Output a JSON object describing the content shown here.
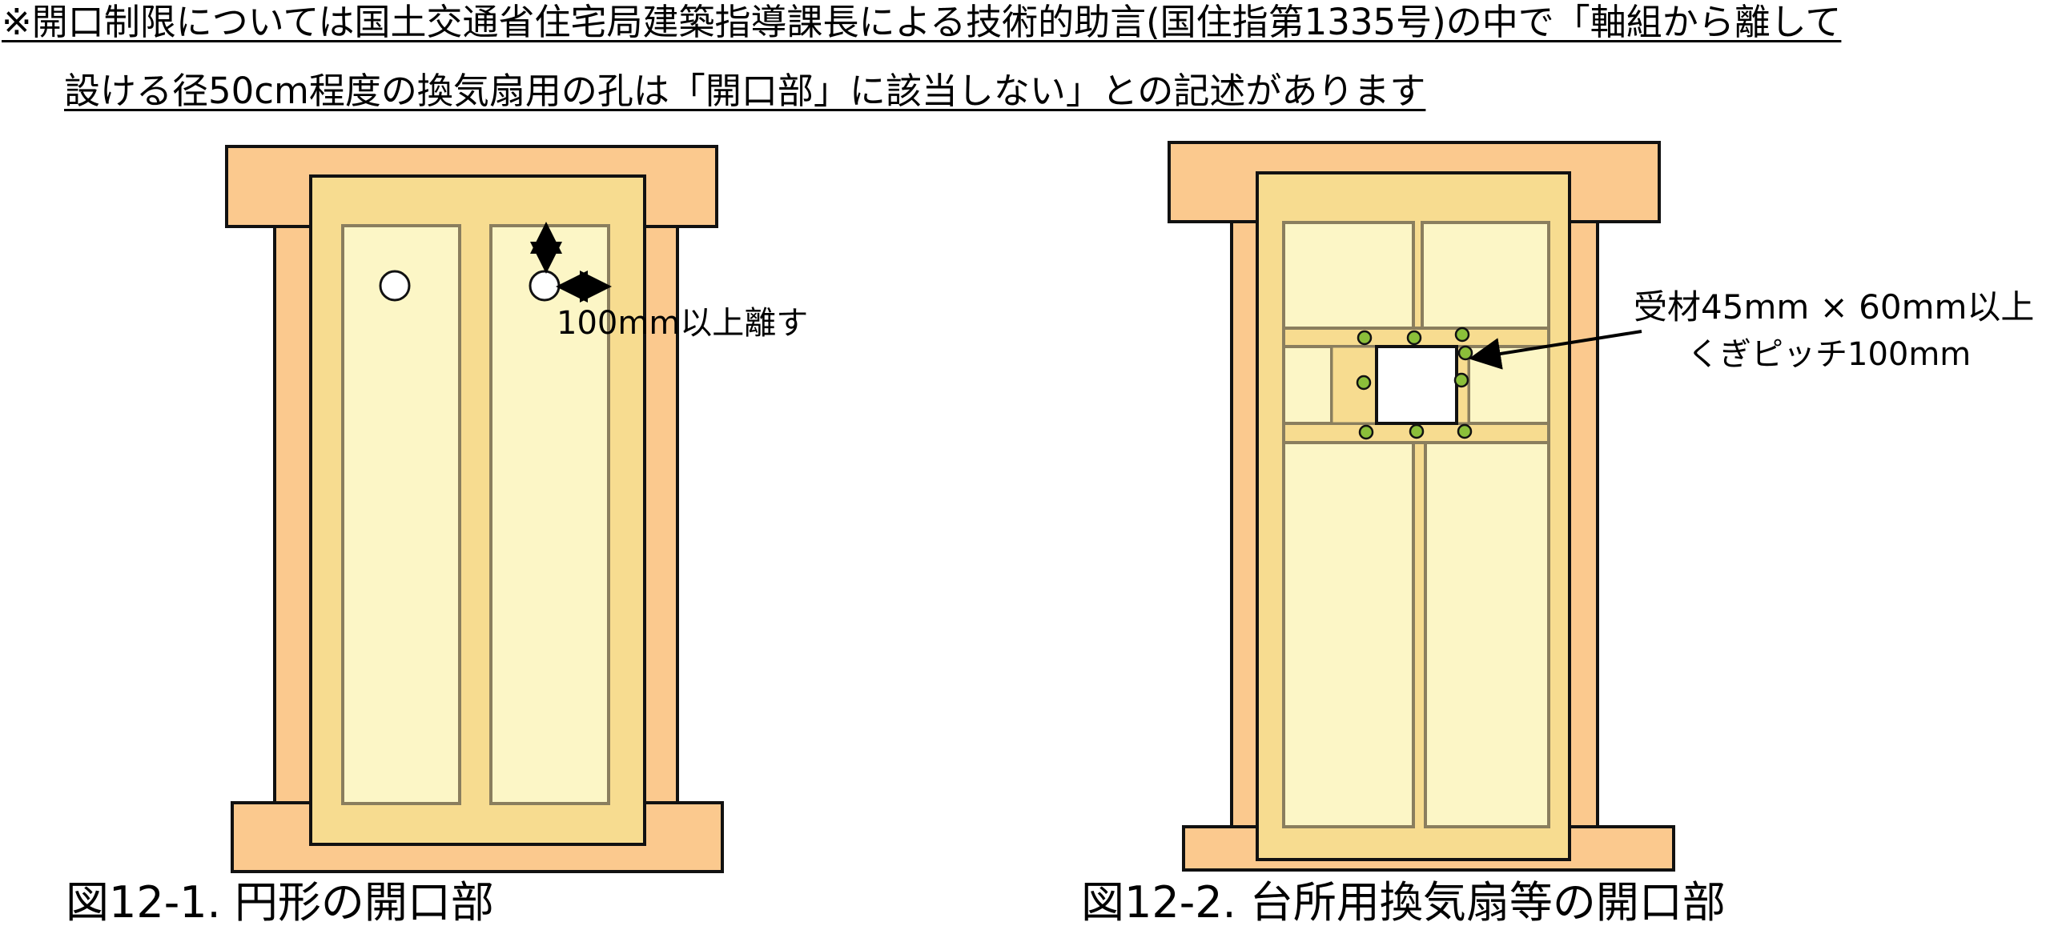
{
  "note": {
    "line1": "※開口制限については国土交通省住宅局建築指導課長による技術的助言(国住指第1335号)の中で「軸組から離して",
    "line2": "設ける径50cm程度の換気扇用の孔は「開口部」に該当しない」との記述があります"
  },
  "figure1": {
    "caption": "図12-1. 円形の開口部",
    "annotation": "100mm以上離す"
  },
  "figure2": {
    "caption": "図12-2. 台所用換気扇等の開口部",
    "annotation_line1": "受材45mm × 60mm以上",
    "annotation_line2": "くぎピッチ100mm"
  },
  "colors": {
    "frame": "#fbc98e",
    "panel_border": "#f7dc90",
    "panel_fill": "#fcf6c6",
    "stud_line": "#8a7e5e",
    "nail": "#8bbf3a",
    "outline": "#111111"
  }
}
